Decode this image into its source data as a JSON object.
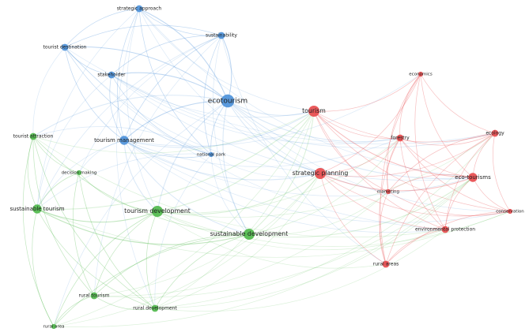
{
  "clusters": {
    "blue": "#4a90d9",
    "green": "#4cb848",
    "red": "#e8484a"
  },
  "nodes": [
    {
      "label": "ecotourism",
      "cluster": "blue",
      "weight": 5
    },
    {
      "label": "strategic approach",
      "cluster": "blue",
      "weight": 2
    },
    {
      "label": "sustainability",
      "cluster": "blue",
      "weight": 2
    },
    {
      "label": "tourist destination",
      "cluster": "blue",
      "weight": 2
    },
    {
      "label": "stakeholder",
      "cluster": "blue",
      "weight": 2
    },
    {
      "label": "tourism management",
      "cluster": "blue",
      "weight": 3
    },
    {
      "label": "national park",
      "cluster": "blue",
      "weight": 1
    },
    {
      "label": "tourist attraction",
      "cluster": "green",
      "weight": 2
    },
    {
      "label": "decision making",
      "cluster": "green",
      "weight": 1
    },
    {
      "label": "sustainable tourism",
      "cluster": "green",
      "weight": 3
    },
    {
      "label": "tourism development",
      "cluster": "green",
      "weight": 4
    },
    {
      "label": "sustainable development",
      "cluster": "green",
      "weight": 4
    },
    {
      "label": "rural tourism",
      "cluster": "green",
      "weight": 2
    },
    {
      "label": "rural development",
      "cluster": "green",
      "weight": 2
    },
    {
      "label": "rural area",
      "cluster": "green",
      "weight": 1
    },
    {
      "label": "tourism",
      "cluster": "red",
      "weight": 4
    },
    {
      "label": "strategic planning",
      "cluster": "red",
      "weight": 4
    },
    {
      "label": "economics",
      "cluster": "red",
      "weight": 1
    },
    {
      "label": "forestry",
      "cluster": "red",
      "weight": 2
    },
    {
      "label": "ecology",
      "cluster": "red",
      "weight": 2
    },
    {
      "label": "eco-tourisms",
      "cluster": "red",
      "weight": 3
    },
    {
      "label": "marketing",
      "cluster": "red",
      "weight": 1
    },
    {
      "label": "conservation",
      "cluster": "red",
      "weight": 1
    },
    {
      "label": "environmental protection",
      "cluster": "red",
      "weight": 2
    },
    {
      "label": "rural areas",
      "cluster": "red",
      "weight": 2
    }
  ]
}
